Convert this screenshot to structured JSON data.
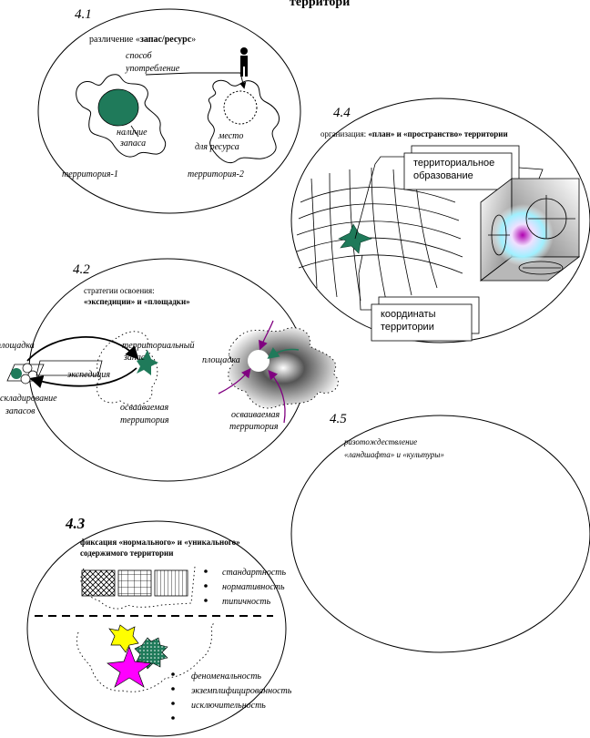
{
  "header": {
    "partial_title": "территори"
  },
  "panel_4_1": {
    "number": "4.1",
    "caption_prefix": "различение «",
    "caption_bold": "запас/ресурс",
    "caption_suffix": "»",
    "label_method_1": "способ",
    "label_method_2": "употребление",
    "label_stock_1": "наличие",
    "label_stock_2": "запаса",
    "label_place_1": "место",
    "label_place_2": "для ресурса",
    "label_territory_1": "территория-1",
    "label_territory_2": "территория-2"
  },
  "panel_4_2": {
    "number": "4.2",
    "caption_line_1": "стратегии освоения:",
    "caption_line_2": "«экспедиции» и «площадки»",
    "label_site_left": "площадка",
    "label_storage_1": "складирование",
    "label_storage_2": "запасов",
    "label_expedition": "экспедиция",
    "label_reserve_1": "территориальный",
    "label_reserve_2": "запас",
    "label_developed_1": "осваиваемая",
    "label_developed_2": "территория",
    "label_site_right": "площадка",
    "label_developed_r_1": "осваиваемая",
    "label_developed_r_2": "территория"
  },
  "panel_4_3": {
    "number": "4.3",
    "caption_line_1": "фиксация «нормального» и «уникального»",
    "caption_line_2": "содержимого территории",
    "list_normal": [
      "стандартность",
      "нормативность",
      "типичность"
    ],
    "list_unique": [
      "феноменальность",
      "экземплифицированность",
      "исключительность"
    ]
  },
  "panel_4_4": {
    "number": "4.4",
    "caption_prefix": "организация: ",
    "caption_bold": "«план» и «пространство» территории",
    "box_formation_1": "территориальное",
    "box_formation_2": "образование",
    "box_coords_1": "координаты",
    "box_coords_2": "территории"
  },
  "panel_4_5": {
    "number": "4.5",
    "caption_line_1": "разотождествление",
    "caption_line_2": "«ландшафта» и «культуры»"
  },
  "colors": {
    "green": "#1f7a5a",
    "magenta": "#ff00ff",
    "yellow": "#ffff00",
    "purple": "#800080"
  }
}
